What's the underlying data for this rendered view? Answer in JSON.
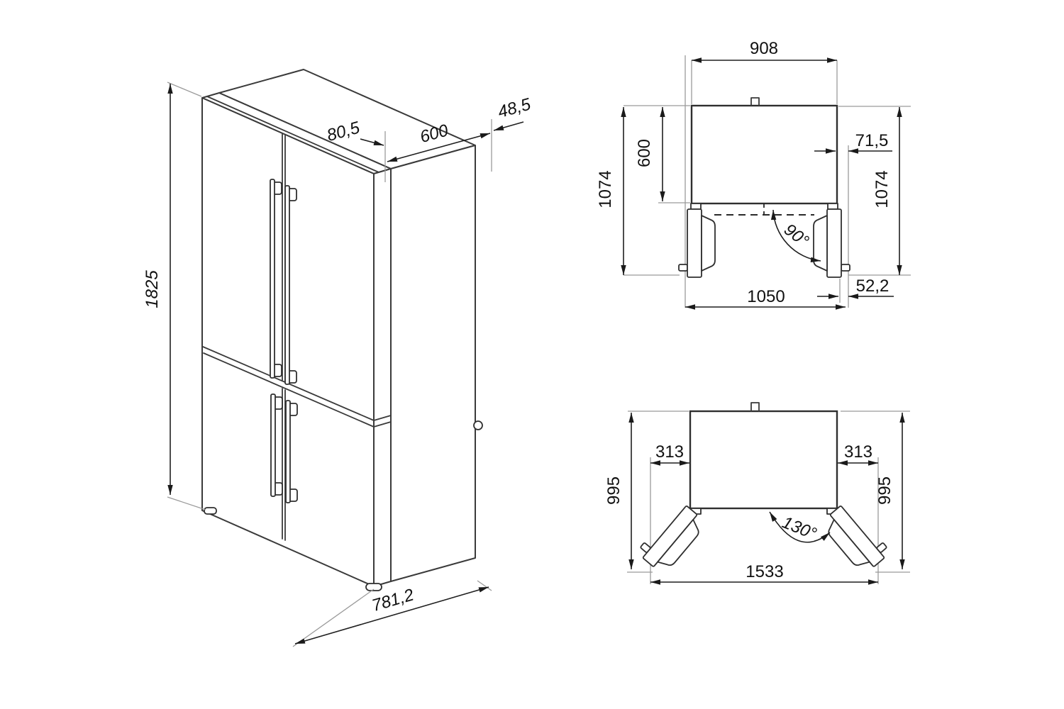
{
  "title": "Refrigerator dimension drawing",
  "colors": {
    "background": "#ffffff",
    "line": "#3a3a3a",
    "dim_line": "#1f1f1f",
    "extension_line": "#9a9a9a",
    "text": "#111111"
  },
  "isometric_view": {
    "name": "isometric view of four-door refrigerator",
    "dims": {
      "height": "1825",
      "door_depth": "80,5",
      "body_depth": "600",
      "rear_clearance": "48,5",
      "total_depth": "781,2"
    }
  },
  "top_view_90": {
    "name": "top view, doors open 90 degrees",
    "dims": {
      "width": "908",
      "depth": "600",
      "left_depth_total": "1074",
      "right_depth_total": "1074",
      "door_protrusion": "71,5",
      "handle_protrusion": "52,2",
      "open_width": "1050",
      "door_angle": "90°"
    }
  },
  "top_view_130": {
    "name": "top view, doors open 130 degrees",
    "dims": {
      "left_door_width": "313",
      "right_door_width": "313",
      "left_depth_total": "995",
      "right_depth_total": "995",
      "total_width": "1533",
      "door_angle": "130°"
    }
  }
}
